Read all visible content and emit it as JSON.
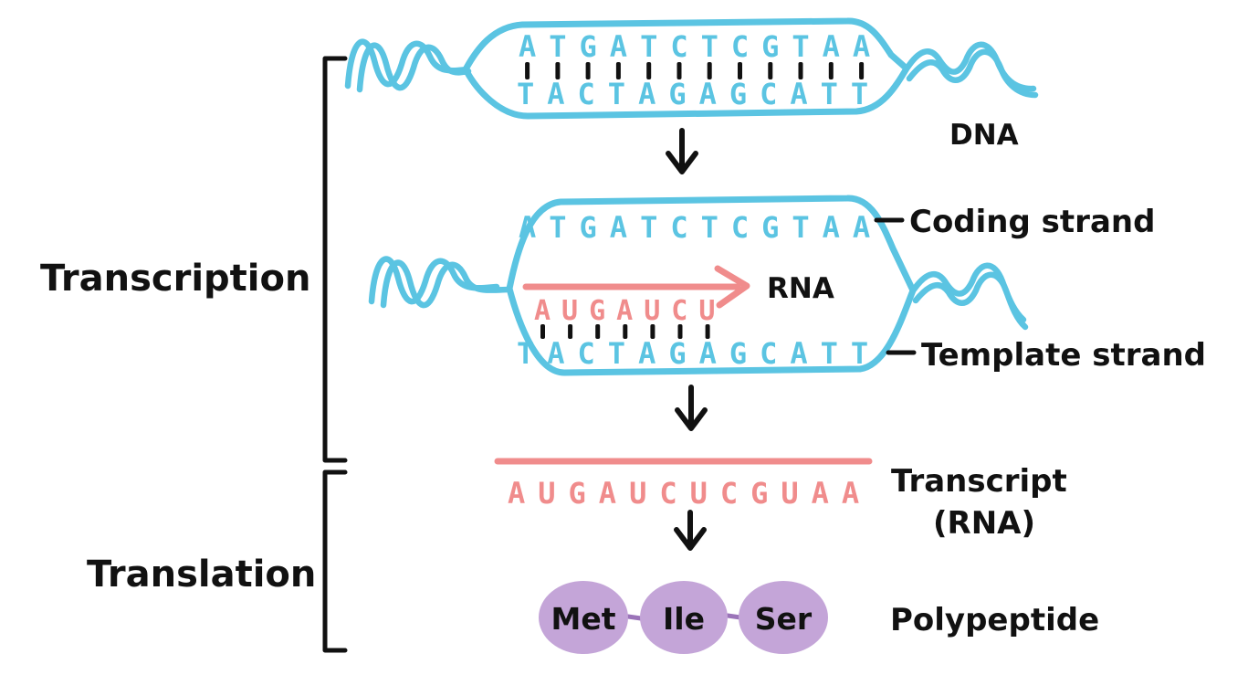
{
  "title": "Transcription and translation diagram",
  "colors": {
    "dna_strand": "#5BC4E2",
    "rna_strand": "#F08C8C",
    "polypeptide_fill": "#C4A5D8",
    "peptide_bond": "#9B74B9",
    "ink": "#111111"
  },
  "stages": {
    "transcription_label": "Transcription",
    "translation_label": "Translation"
  },
  "dna_top": {
    "label": "DNA",
    "top_strand": "ATGATCTCGTAA",
    "bottom_strand": "TACTAGAGCATT"
  },
  "bubble": {
    "coding_strand": "ATGATCTCGTAA",
    "coding_strand_label": "Coding strand",
    "rna_label": "RNA",
    "rna_sequence": "AUGAUCU",
    "template_strand": "TACTAGAGCATT",
    "template_strand_label": "Template strand"
  },
  "transcript": {
    "sequence": "AUGAUCUCGUAA",
    "label_line1": "Transcript",
    "label_line2": "(RNA)"
  },
  "polypeptide": {
    "label": "Polypeptide",
    "residues": [
      "Met",
      "Ile",
      "Ser"
    ]
  }
}
